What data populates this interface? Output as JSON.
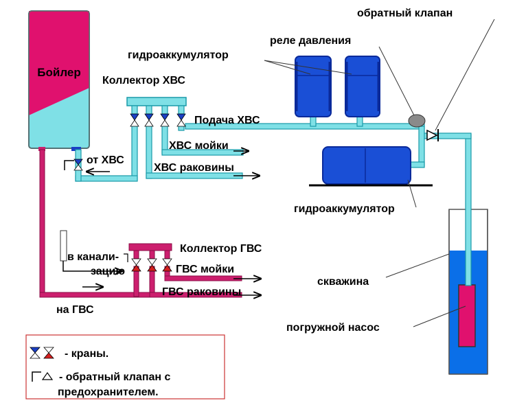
{
  "colors": {
    "cold": "#7fe0e6",
    "cold_stroke": "#1a9aa8",
    "hot": "#cc1f6e",
    "hot_fill": "#e0116e",
    "tank": "#1a4fd6",
    "tank_dark": "#0a2a9a",
    "water": "#0a6fe8",
    "legend_border": "#cc3333",
    "valve_blue": "#1b3fc4",
    "valve_red": "#d41f1f"
  },
  "labels": {
    "boiler": "Бойлер",
    "check_valve": "обратный клапан",
    "pressure_relay": "реле давления",
    "accumulator_top": "гидроаккумулятор",
    "cold_collector": "Коллектор ХВС",
    "cold_supply": "Подача ХВС",
    "cold_sink": "ХВС мойки",
    "from_cold": "от ХВС",
    "cold_basin": "ХВС раковины",
    "accumulator_bottom": "гидроаккумулятор",
    "hot_collector": "Коллектор ГВС",
    "sewer_line1": "в канали-",
    "sewer_line2": "зацию",
    "hot_sink": "ГВС мойки",
    "well": "скважина",
    "hot_basin": "ГВС раковины",
    "to_hot": "на ГВС",
    "pump": "погружной насос"
  },
  "legend": {
    "taps": "- краны.",
    "check_line1": "- обратный клапан с",
    "check_line2": "предохранителем."
  },
  "icons": {
    "tap": "tap-icon",
    "check_valve": "check-valve-icon",
    "arrow": "arrow-right-icon"
  }
}
